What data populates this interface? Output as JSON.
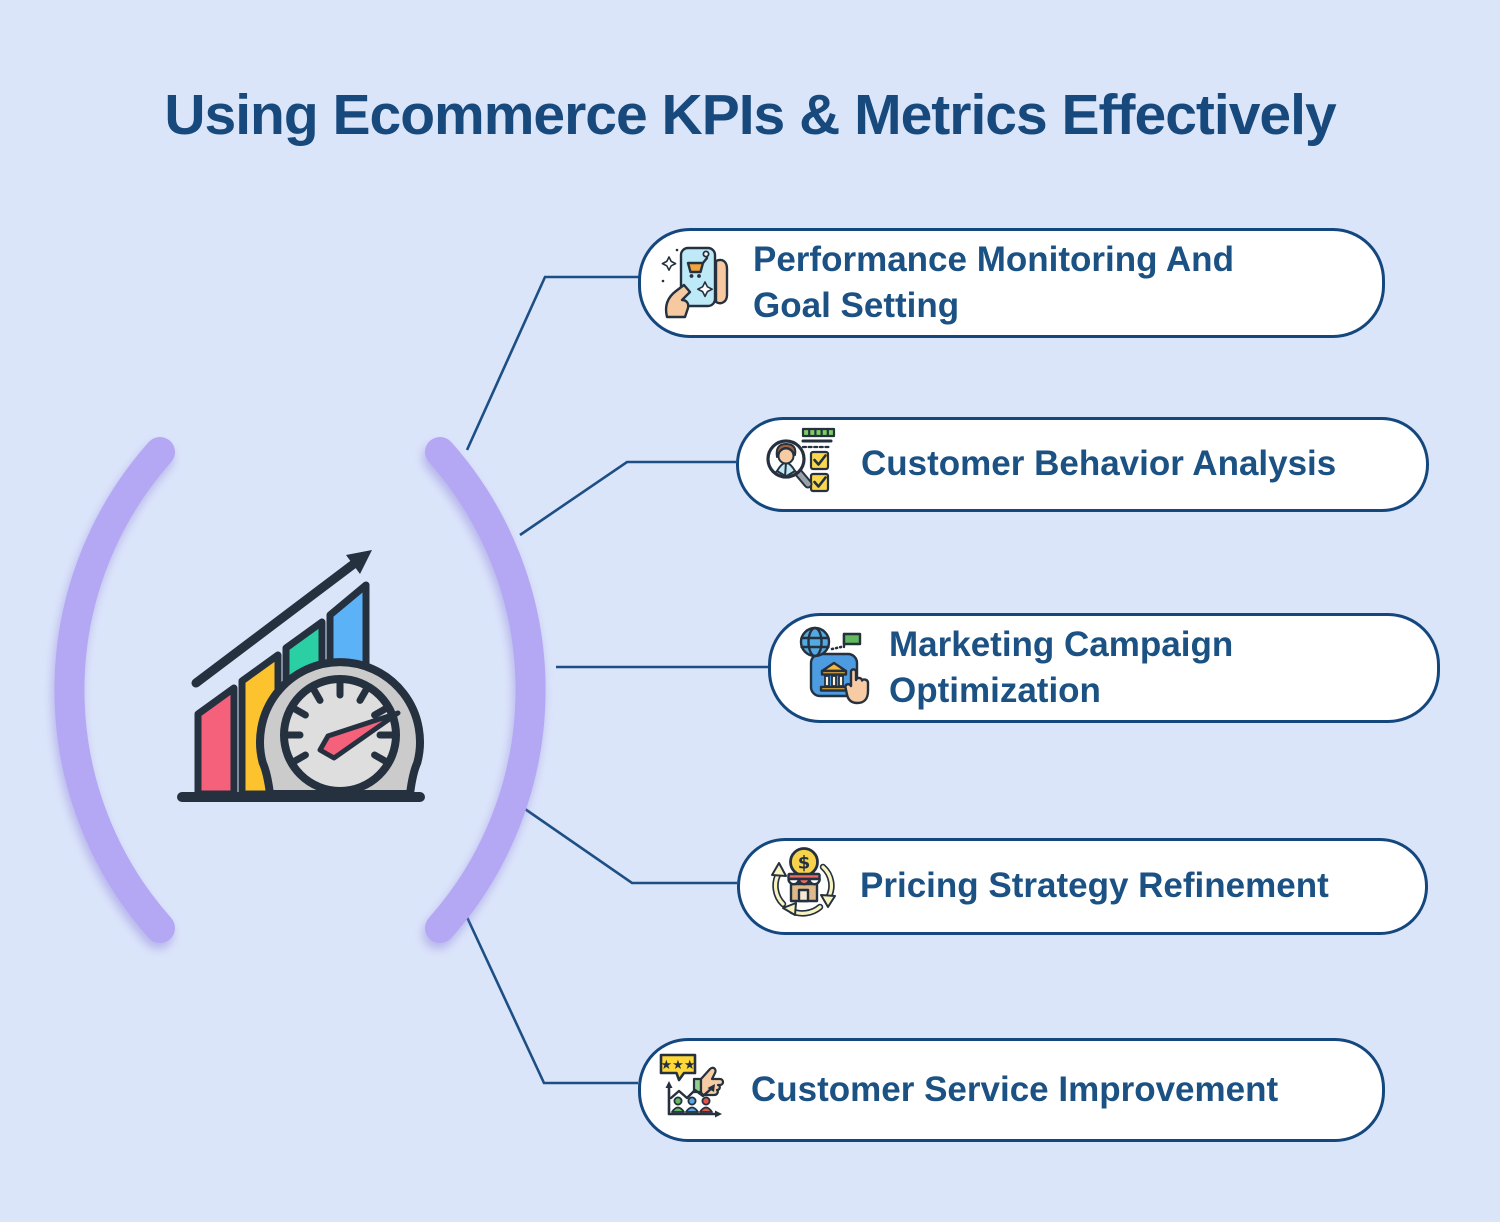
{
  "title": "Using Ecommerce KPIs & Metrics Effectively",
  "center_illustration": "speedometer-growth-chart",
  "brackets": {
    "left": "(",
    "right": ")"
  },
  "items": [
    {
      "label": "Performance Monitoring And Goal Setting",
      "icon": "phone-shopping-hands-icon"
    },
    {
      "label": "Customer Behavior Analysis",
      "icon": "magnifier-person-checklist-icon"
    },
    {
      "label": "Marketing Campaign Optimization",
      "icon": "globe-bank-pointer-icon"
    },
    {
      "label": "Pricing Strategy Refinement",
      "icon": "dollar-store-cycle-arrows-icon"
    },
    {
      "label": "Customer Service Improvement",
      "icon": "rating-thumbs-up-people-chart-icon"
    }
  ],
  "colors": {
    "background": "#DBE5FA",
    "box_fill": "#FFFFFF",
    "box_border": "#14477D",
    "title_text": "#17497D",
    "label_text": "#1B5183",
    "connector": "#1D4F85",
    "bracket_purple": "#B4A7F3",
    "outline_dark": "#25313F",
    "bar_pink": "#F5617B",
    "bar_yellow": "#FCC32F",
    "bar_teal": "#2BCFA4",
    "bar_blue": "#5CB2F6",
    "gauge_gray": "#CBCBCB"
  }
}
